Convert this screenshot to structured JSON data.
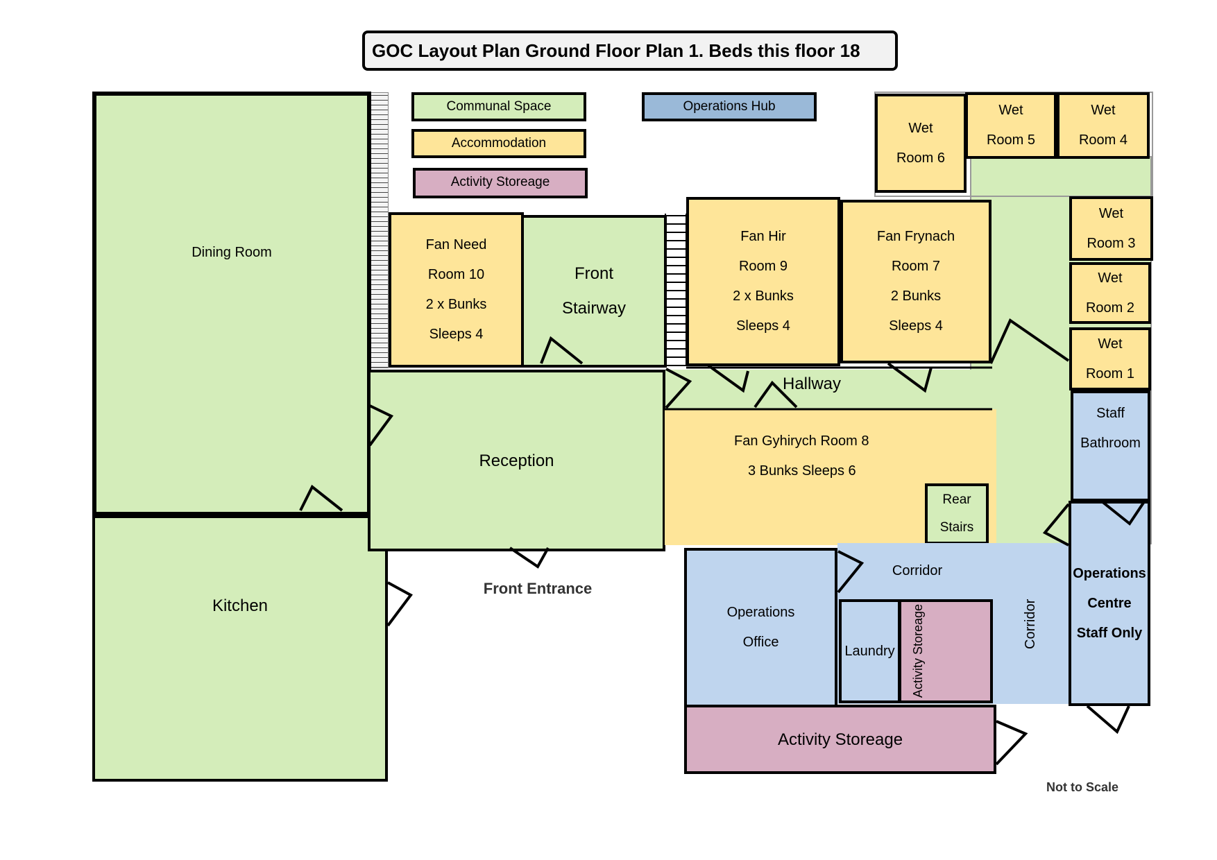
{
  "title": "GOC Layout Plan Ground Floor Plan 1. Beds this floor 18",
  "legend": {
    "communal": "Communal Space",
    "accommodation": "Accommodation",
    "storage": "Activity Storeage",
    "operations": "Operations Hub"
  },
  "colors": {
    "communal": "#d4edba",
    "accommodation": "#fee599",
    "storage": "#d7aec2",
    "operations": "#bfd5ee",
    "operations_legend": "#9ab9d8"
  },
  "rooms": {
    "dining": "Dining Room",
    "kitchen": "Kitchen",
    "reception": "Reception",
    "front_stairway": [
      "Front",
      "Stairway"
    ],
    "room10": [
      "Fan Need",
      "Room 10",
      "2 x Bunks",
      "Sleeps 4"
    ],
    "room9": [
      "Fan Hir",
      "Room 9",
      "2 x Bunks",
      "Sleeps 4"
    ],
    "room7": [
      "Fan Frynach",
      "Room 7",
      "2 Bunks",
      "Sleeps 4"
    ],
    "room8": [
      "Fan Gyhirych Room 8",
      "3 Bunks Sleeps 6"
    ],
    "hallway": "Hallway",
    "rear_stairs": [
      "Rear",
      "Stairs"
    ],
    "wet6": [
      "Wet",
      "Room 6"
    ],
    "wet5": [
      "Wet",
      "Room 5"
    ],
    "wet4": [
      "Wet",
      "Room 4"
    ],
    "wet3": [
      "Wet",
      "Room 3"
    ],
    "wet2": [
      "Wet",
      "Room 2"
    ],
    "wet1": [
      "Wet",
      "Room 1"
    ],
    "staff_bathroom": [
      "Staff",
      "Bathroom"
    ],
    "operations_centre": [
      "Operations",
      "Centre",
      "Staff Only"
    ],
    "operations_office": [
      "Operations",
      "Office"
    ],
    "corridor_h": "Corridor",
    "corridor_v": "Corridor",
    "laundry": "Laundry",
    "activity_storage_small": "Activity Storeage",
    "activity_storage_large": "Activity Storeage"
  },
  "front_entrance": "Front Entrance",
  "scale_note": "Not to Scale"
}
